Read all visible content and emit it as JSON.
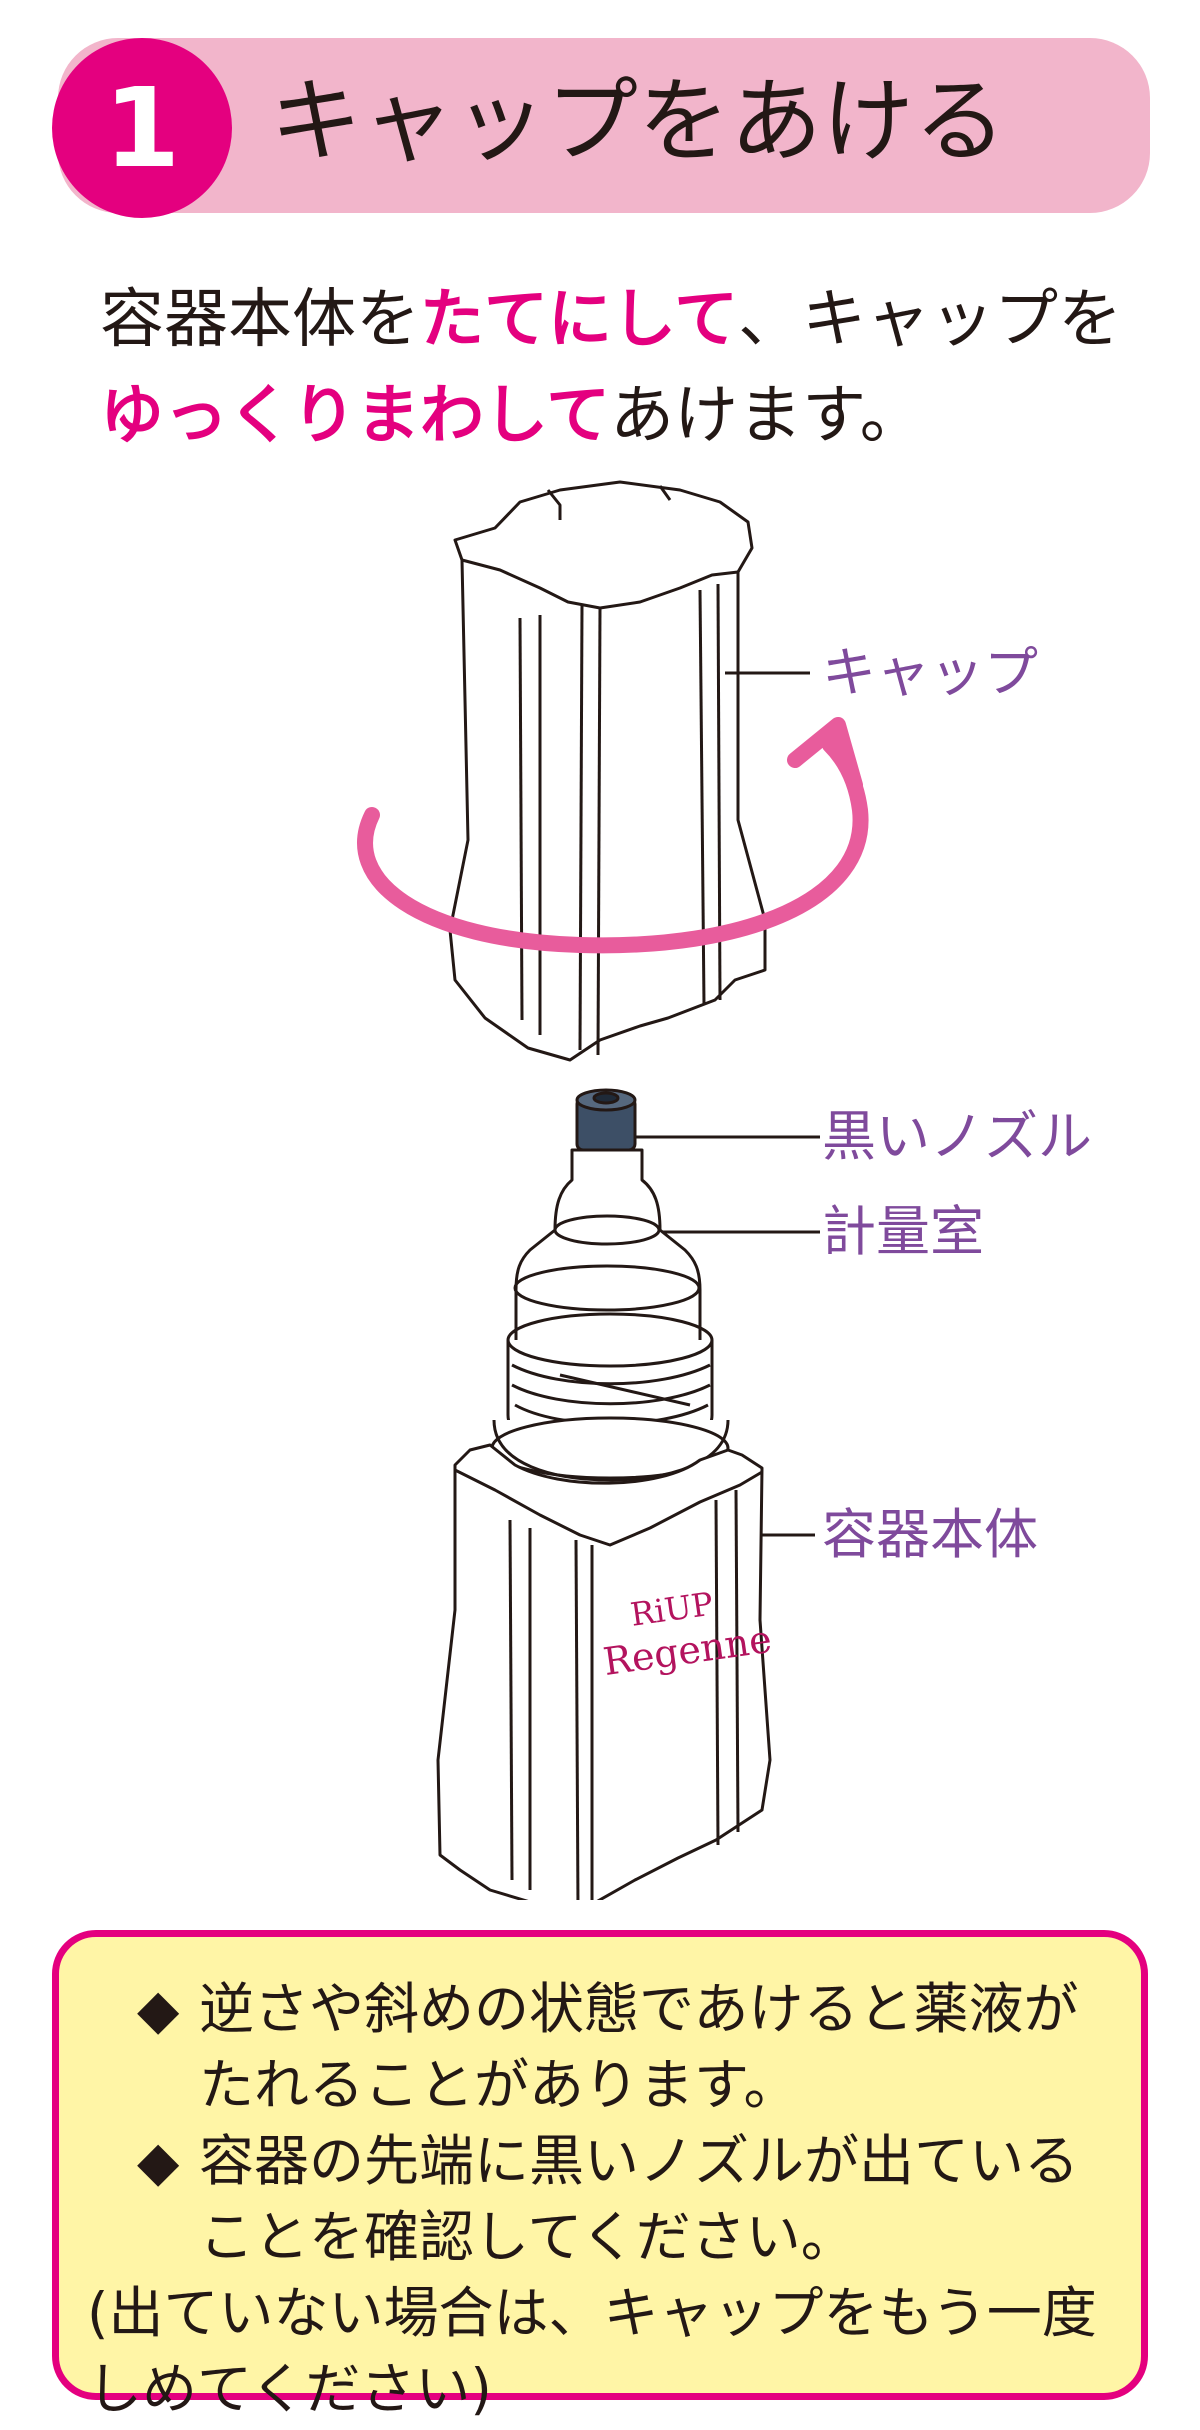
{
  "header": {
    "step_number": "1",
    "title": "キャップをあける"
  },
  "instruction": {
    "part1": "容器本体を",
    "highlight1": "たてにして",
    "part2": "、キャップを",
    "highlight2": "ゆっくりまわして",
    "part3": "あけます。"
  },
  "figure": {
    "labels": {
      "cap": "キャップ",
      "nozzle": "黒いノズル",
      "chamber": "計量室",
      "body": "容器本体"
    },
    "brand_line1": "RiUP",
    "brand_line2": "Regenne",
    "colors": {
      "arrow": "#e85c9c",
      "label": "#7f4a9c",
      "brand": "#b3135e",
      "nozzle": "#3d4f66"
    }
  },
  "notes": {
    "bullet": "◆",
    "item1": "逆さや斜めの状態であけると薬液がたれることがあります。",
    "item2": "容器の先端に黒いノズルが出ていることを確認してください。",
    "aside": "(出ていない場合は、キャップをもう一度しめてください)"
  },
  "colors": {
    "accent": "#e4007f",
    "header_bg": "#f2b5cb",
    "note_bg": "#fff5a6"
  }
}
